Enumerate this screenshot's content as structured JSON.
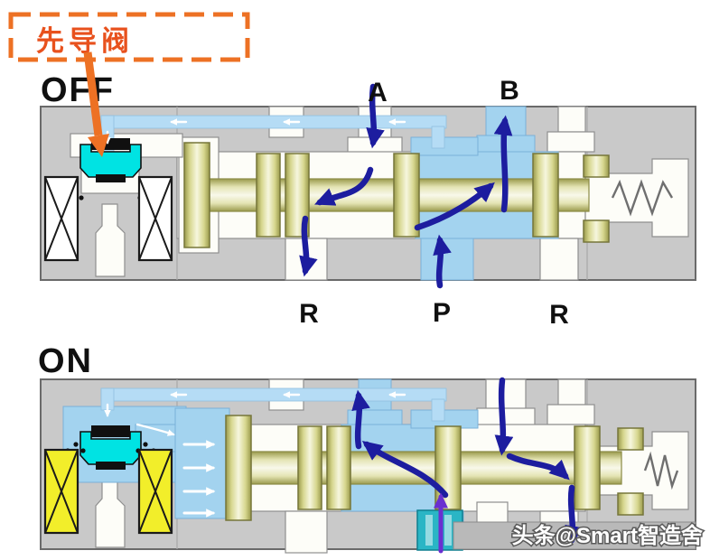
{
  "callout": {
    "label": "先导阀"
  },
  "off": {
    "state": "OFF",
    "port_a": "A",
    "port_b": "B",
    "port_r1": "R",
    "port_p": "P",
    "port_r2": "R"
  },
  "on": {
    "state": "ON"
  },
  "watermark": "头条@Smart智造舍",
  "colors": {
    "accent_orange": "#ed7124",
    "callout_text": "#e8511d",
    "fluid_blue": "#a3d3ef",
    "pilot_tube_blue": "#b5dcf5",
    "pilot_cyan": "#00e3e3",
    "coil_yellow": "#f2ee2a",
    "arrow_navy": "#1d1d9f",
    "arrow_purple": "#6a2fd0",
    "supply_teal": "#2ab5c5",
    "body_gray": "#c9c9c9"
  }
}
